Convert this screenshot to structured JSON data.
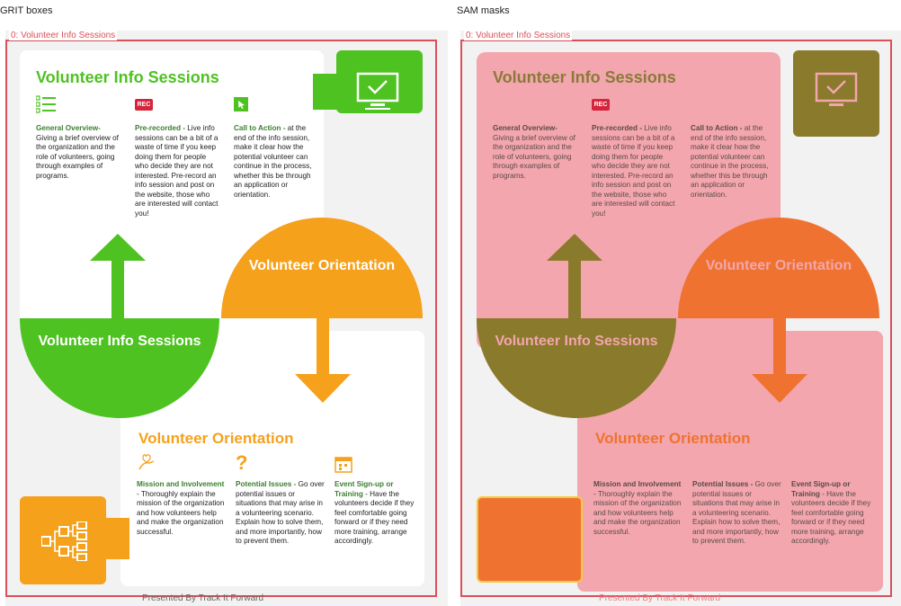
{
  "panels": {
    "left_title": "GRIT boxes",
    "right_title": "SAM masks",
    "box_label": "0: Volunteer Info Sessions"
  },
  "infographic": {
    "top_heading": "Volunteer Info Sessions",
    "columns_top": [
      {
        "key": "General Overview-",
        "text": "Giving a brief overview of the organization and the role of volunteers, going through examples of programs."
      },
      {
        "key": "Pre-recorded -",
        "text": "Live info sessions can be a bit of a waste of time if you keep doing them for people who decide they are not interested. Pre-record an info session and post on the website, those who are interested will contact you!"
      },
      {
        "key": "Call to Action -",
        "text": "at the end of the info session, make it clear how the potential volunteer can continue in the process, whether this be through an application or orientation."
      }
    ],
    "rec_badge": "REC",
    "semicircle_green": "Volunteer Info Sessions",
    "semicircle_orange": "Volunteer Orientation",
    "bottom_heading": "Volunteer Orientation",
    "columns_bottom": [
      {
        "key": "Mission and Involvement",
        "text": "- Thoroughly explain the mission of the organization and how volunteers help and make the organization successful."
      },
      {
        "key": "Potential Issues -",
        "text": "Go over potential issues or situations that may arise in a volunteering scenario. Explain how to solve them, and more importantly, how to prevent them."
      },
      {
        "key": "Event Sign-up or Training",
        "text": "- Have the volunteers decide if they feel comfortable going forward or if they need more training, arrange accordingly."
      }
    ],
    "footer": "Presented By Track It Forward"
  },
  "colors": {
    "green": "#4ec221",
    "orange": "#f5a11c",
    "frame": "#d8505a",
    "mask": "#f3a6ad"
  }
}
